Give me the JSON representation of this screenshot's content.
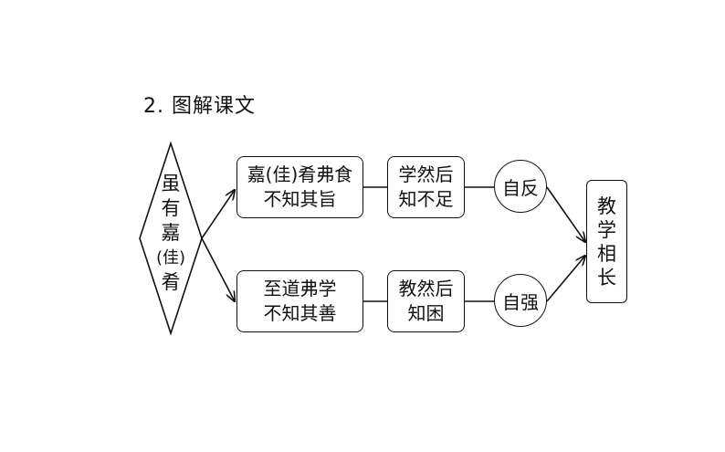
{
  "title": "2. 图解课文",
  "diamond": {
    "lines": [
      "虽",
      "有",
      "嘉",
      "(佳)",
      "肴"
    ]
  },
  "top_row": {
    "box1": [
      "嘉(佳)肴弗食",
      "不知其旨"
    ],
    "box2": [
      "学然后",
      "知不足"
    ],
    "circle": "自反"
  },
  "bottom_row": {
    "box1": [
      "至道弗学",
      "不知其善"
    ],
    "box2": [
      "教然后",
      "知困"
    ],
    "circle": "自强"
  },
  "result": {
    "chars": [
      "教",
      "学",
      "相",
      "长"
    ]
  }
}
